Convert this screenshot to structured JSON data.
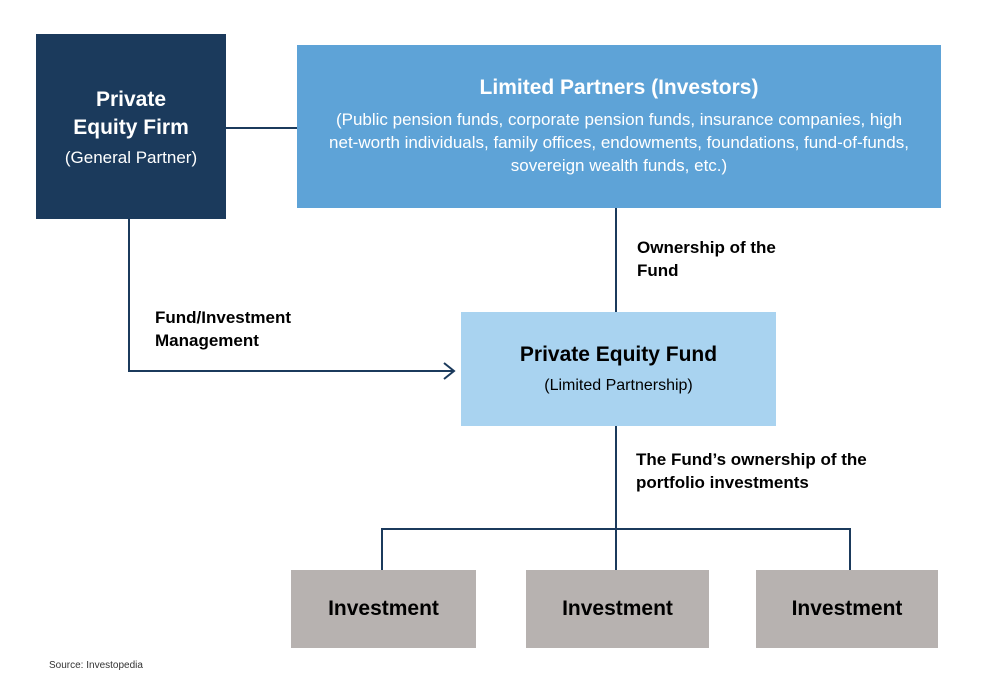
{
  "pe_firm": {
    "title": "Private Equity Firm",
    "subtitle": "(General Partner)"
  },
  "limited_partners": {
    "title": "Limited Partners (Investors)",
    "description": "(Public pension funds, corporate pension funds, insurance companies, high net-worth individuals, family offices, endowments, foundations, fund-of-funds, sovereign wealth funds, etc.)"
  },
  "fund": {
    "title": "Private Equity Fund",
    "subtitle": "(Limited Partnership)"
  },
  "labels": {
    "ownership_of_fund": "Ownership of the Fund",
    "fund_management": "Fund/Investment Management",
    "portfolio_ownership": "The Fund’s ownership of the portfolio investments"
  },
  "investments": [
    {
      "label": "Investment"
    },
    {
      "label": "Investment"
    },
    {
      "label": "Investment"
    }
  ],
  "source": "Source: Investopedia",
  "colors": {
    "dark_navy": "#1b3a5c",
    "medium_blue": "#5ea3d7",
    "light_blue": "#a9d3f0",
    "gray": "#b7b2b0"
  }
}
